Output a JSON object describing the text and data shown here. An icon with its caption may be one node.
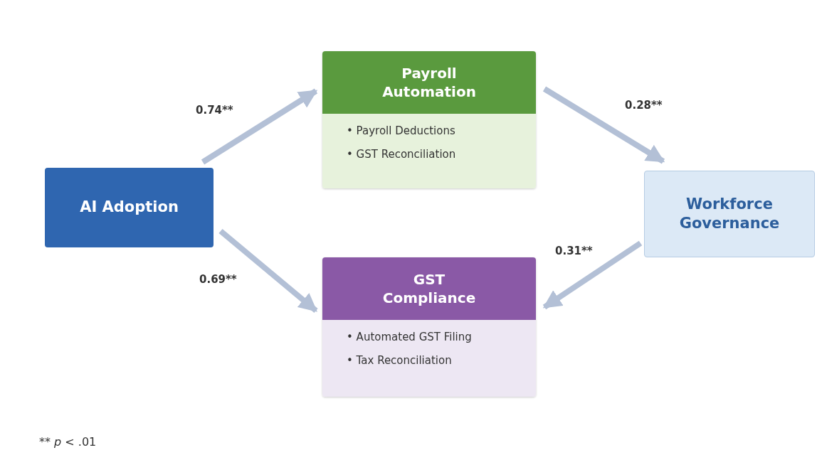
{
  "diagram": {
    "nodes": [
      {
        "text": [
          "AI Adoption"
        ]
      },
      {
        "text": [
          "Payroll Automation",
          "• Payroll Deductions",
          "• GST Reconciliation"
        ]
      },
      {
        "text": [
          "Workforce Governance"
        ]
      },
      {
        "text": [
          "GST Compliance",
          "• Automated GST Filing",
          "• Tax Reconciliation"
        ]
      }
    ],
    "edges": [
      {
        "from": 0,
        "to": 1,
        "arrow": "to",
        "label": "0.74**"
      },
      {
        "from": 1,
        "to": 2,
        "arrow": "to",
        "label": "0.28**"
      },
      {
        "from": 2,
        "to": 3,
        "arrow": "to",
        "label": "0.31**"
      },
      {
        "from": 0,
        "to": 3,
        "arrow": "to",
        "label": "0.69**"
      }
    ],
    "labels": [
      "** *p* < .01"
    ]
  }
}
